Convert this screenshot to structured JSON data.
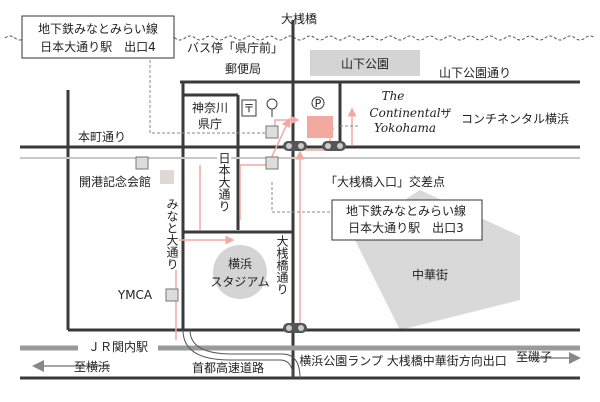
{
  "labels": {
    "ohsanbashi_top": "大桟橋",
    "subway_exit4_line1": "地下鉄みなとみらい線",
    "subway_exit4_line2": "日本大通り駅　出口4",
    "bus_stop": "バス停「県庁前」",
    "post_office": "郵便局",
    "yamashita_park": "山下公園",
    "yamashita_koen_dori": "山下公園通り",
    "kanagawa_pref_1": "神奈川",
    "kanagawa_pref_2": "県庁",
    "parking_symbol": "P",
    "hotel_the": "The",
    "hotel_continental": "Continental",
    "hotel_za": "ザ",
    "hotel_yokohama": "Yokohama",
    "hotel_name_jp": "コンチネンタル横浜",
    "honcho_dori": "本町通り",
    "kaiko_kinen_kaikan": "開港記念会館",
    "nihon_odori": "日本大通り",
    "ohsanbashi_iriguchi": "「大桟橋入口」交差点",
    "minato_odori": "みなと大通り",
    "subway_exit3_line1": "地下鉄みなとみらい線",
    "subway_exit3_line2": "日本大通り駅　出口3",
    "yokohama_stadium_1": "横浜",
    "yokohama_stadium_2": "スタジアム",
    "ohsanbashi_dori": "大桟橋通り",
    "chinatown": "中華街",
    "ymca": "YMCA",
    "jr_kannai": "ＪＲ関内駅",
    "to_yokohama": "至横浜",
    "shutoko": "首都高速道路",
    "ramp": "横浜公園ランプ 大桟橋中華街方向出口",
    "to_isogo": "至磯子"
  },
  "colors": {
    "road": "#3a3a3a",
    "railway": "#9a9a9a",
    "route_arrow": "#f2a9a0",
    "hotel_block": "#f2a9a0",
    "park": "#d4d4d4",
    "building": "#e6e6e6",
    "chinatown": "#d9d9d9"
  }
}
